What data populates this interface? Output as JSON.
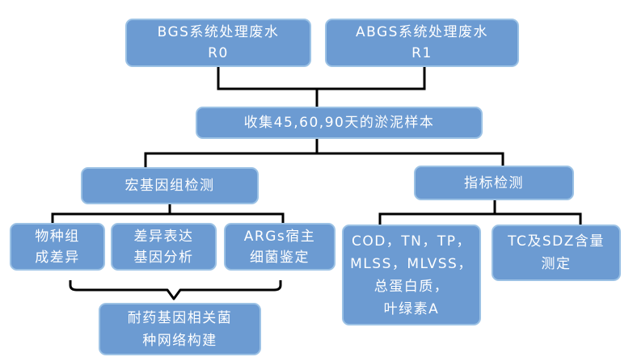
{
  "diagram": {
    "type": "flowchart",
    "language": "zh-CN",
    "nodes": {
      "bgs": {
        "label": "BGS系统处理废水\nR0"
      },
      "abgs": {
        "label": "ABGS系统处理废水\nR1"
      },
      "collect": {
        "label": "收集45,60,90天的淤泥样本"
      },
      "metagenome": {
        "label": "宏基因组检测"
      },
      "indicator": {
        "label": "指标检测"
      },
      "species": {
        "label": "物种组\n成差异"
      },
      "deg": {
        "label": "差异表达\n基因分析"
      },
      "args_host": {
        "label": "ARGs宿主\n细菌鉴定"
      },
      "cod": {
        "label": "COD，TN，TP，\nMLSS，MLVSS，\n总蛋白质，\n叶绿素A"
      },
      "tc": {
        "label": "TC及SDZ含量\n测定"
      },
      "network": {
        "label": "耐药基因相关菌\n种网络构建"
      }
    },
    "edges": [
      "bgs -> collect",
      "abgs -> collect",
      "collect -> metagenome",
      "collect -> indicator",
      "metagenome -> species",
      "metagenome -> deg",
      "metagenome -> args_host",
      "indicator -> cod",
      "indicator -> tc",
      "species + deg + args_host -> network (brace)"
    ],
    "colors": {
      "node_fill": "#6C9BD2",
      "node_border": "#9CC2E5",
      "node_text": "#FFFFFF",
      "connector": "#000000",
      "background": "#FFFFFF"
    }
  }
}
